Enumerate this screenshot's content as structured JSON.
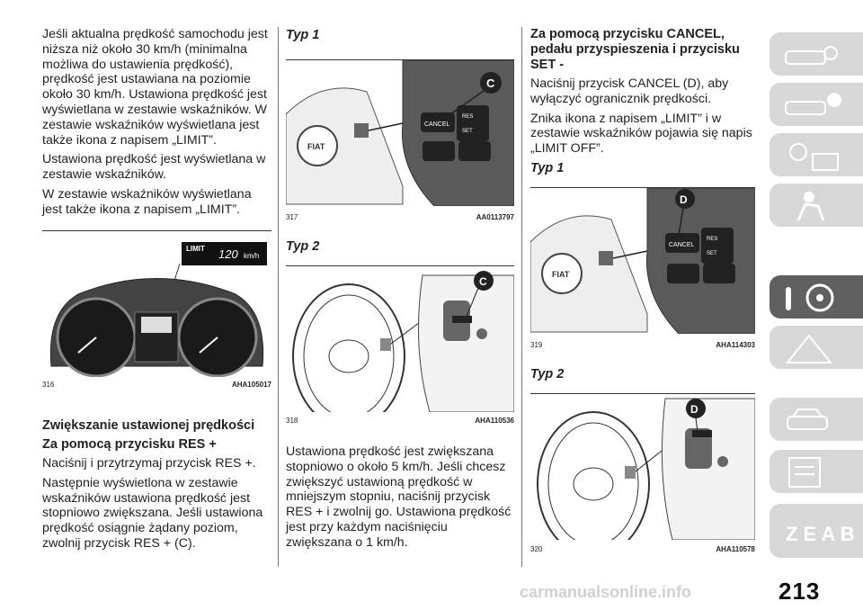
{
  "col1": {
    "p1": "Jeśli aktualna prędkość samochodu jest niższa niż około 30 km/h (minimalna możliwa do ustawienia prędkość), prędkość jest ustawiana na poziomie około 30 km/h. Ustawiona prędkość jest wyświetlana w zestawie wskaźników. W zestawie wskaźników wyświetlana jest także ikona z napisem „LIMIT”.",
    "p2": "Ustawiona prędkość jest wyświetlana w zestawie wskaźników.",
    "p3": "W zestawie wskaźników wyświetlana jest także ikona z napisem „LIMIT”.",
    "fig316": {
      "num": "316",
      "code": "AHA105017",
      "display_label": "LIMIT",
      "display_value": "120",
      "display_unit": "km/h"
    },
    "h_section": "Zwiększanie ustawionej prędkości",
    "h_sub": "Za pomocą przycisku RES +",
    "p4": "Naciśnij i przytrzymaj przycisk RES +.",
    "p5": "Następnie wyświetlona w zestawie wskaźników ustawiona prędkość jest stopniowo zwiększana. Jeśli ustawiona prędkość osiągnie żądany poziom, zwolnij przycisk RES + (C)."
  },
  "col2": {
    "typ1": "Typ 1",
    "fig317": {
      "num": "317",
      "code": "AA0113797",
      "callout": "C",
      "btn_cancel": "CANCEL",
      "btn_res": "RES",
      "btn_set": "SET",
      "logo": "FIAT"
    },
    "typ2": "Typ 2",
    "fig318": {
      "num": "318",
      "code": "AHA110536",
      "callout": "C"
    },
    "p1": "Ustawiona prędkość jest zwiększana stopniowo o około 5 km/h. Jeśli chcesz zwiększyć ustawioną prędkość w mniejszym stopniu, naciśnij przycisk RES + i zwolnij go. Ustawiona prędkość jest przy każdym naciśnięciu zwiększana o 1 km/h."
  },
  "col3": {
    "h": "Za pomocą przycisku CANCEL, pedału przyspieszenia i przycisku SET -",
    "p1": "Naciśnij przycisk CANCEL (D), aby wyłączyć ogranicznik prędkości.",
    "p2": "Znika ikona z napisem „LIMIT” i w zestawie wskaźników pojawia się napis „LIMIT OFF”.",
    "typ1": "Typ 1",
    "fig319": {
      "num": "319",
      "code": "AHA114303",
      "callout": "D",
      "btn_cancel": "CANCEL",
      "btn_res": "RES",
      "btn_set": "SET",
      "logo": "FIAT"
    },
    "typ2": "Typ 2",
    "fig320": {
      "num": "320",
      "code": "AHA110578",
      "callout": "D"
    }
  },
  "tabs": [
    "car-info-tab",
    "car-warning-tab",
    "lights-tab",
    "safety-tab",
    "steering-wheel-tab",
    "emergency-tab",
    "car-maintenance-tab",
    "specifications-tab",
    "index-tab"
  ],
  "tab_glyphs": {
    "letters": "Z E A B C D"
  },
  "page_number": "213",
  "watermark": "carmanualsonline.info"
}
